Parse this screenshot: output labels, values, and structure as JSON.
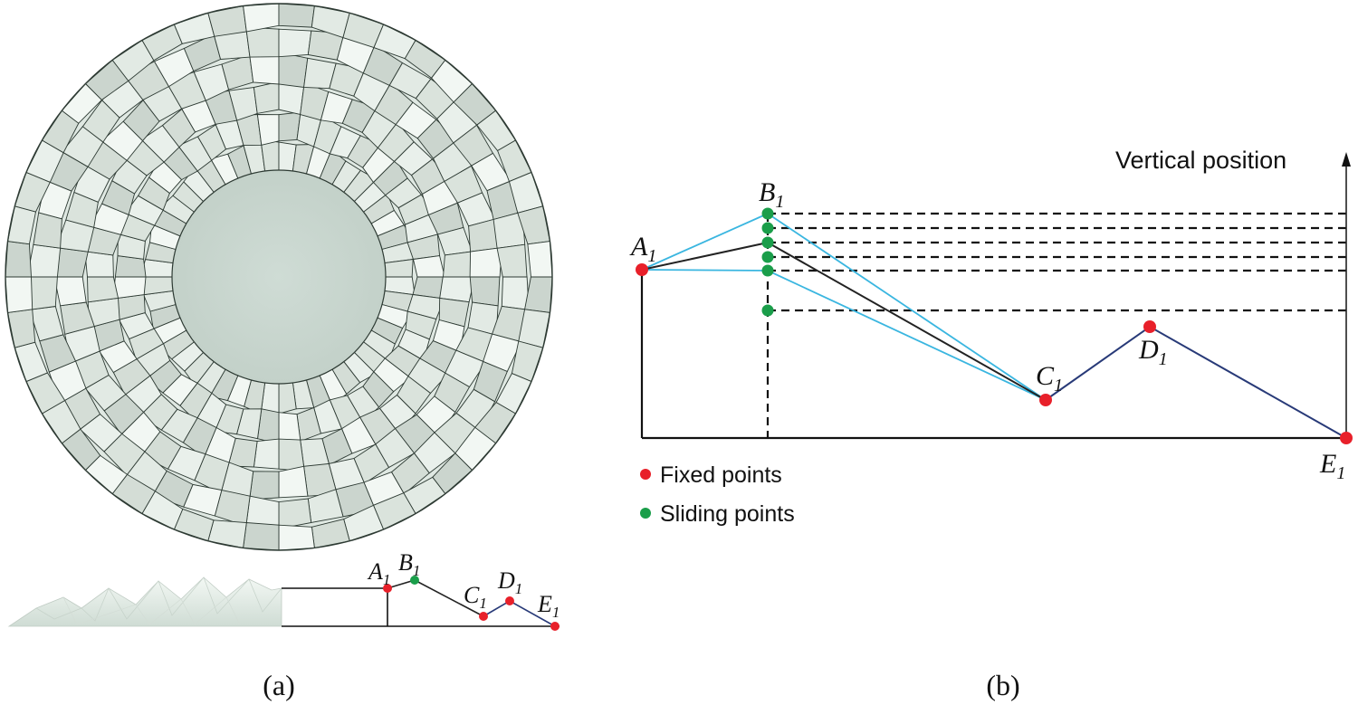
{
  "panel_a": {
    "caption": "(a)",
    "labels": {
      "A": {
        "letter": "A",
        "sub": "1"
      },
      "B": {
        "letter": "B",
        "sub": "1"
      },
      "C": {
        "letter": "C",
        "sub": "1"
      },
      "D": {
        "letter": "D",
        "sub": "1"
      },
      "E": {
        "letter": "E",
        "sub": "1"
      }
    }
  },
  "panel_b": {
    "caption": "(b)",
    "axis_label": "Vertical position",
    "labels": {
      "A": {
        "letter": "A",
        "sub": "1"
      },
      "B": {
        "letter": "B",
        "sub": "1"
      },
      "C": {
        "letter": "C",
        "sub": "1"
      },
      "D": {
        "letter": "D",
        "sub": "1"
      },
      "E": {
        "letter": "E",
        "sub": "1"
      }
    },
    "legend": {
      "fixed": "Fixed points",
      "sliding": "Sliding points"
    }
  },
  "colors": {
    "fixed_point": "#e8202a",
    "sliding_point": "#1a9e4a",
    "cyan_line": "#3ab6e0",
    "navy_line": "#283a78",
    "mesh_fill": "#dfe8e2",
    "mesh_dark": "#b9c4bb",
    "center_disc": "#c8d6cf"
  }
}
